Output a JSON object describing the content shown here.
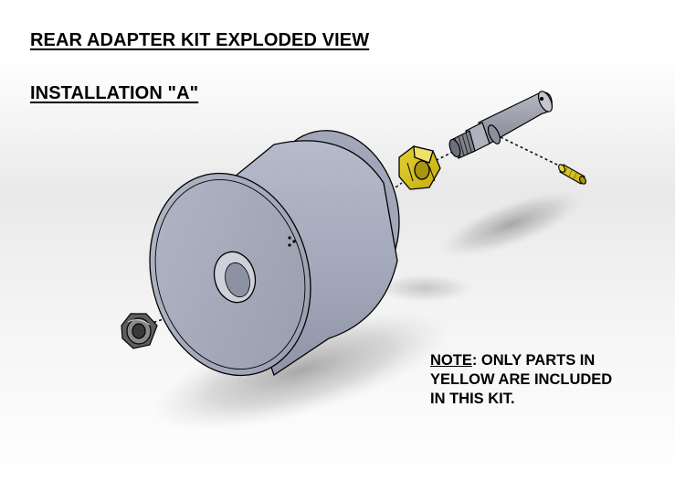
{
  "title": "REAR ADAPTER KIT EXPLODED VIEW",
  "subtitle": "INSTALLATION \"A\"",
  "note": {
    "label": "NOTE",
    "line1_rest": ": ONLY PARTS IN",
    "line2": "YELLOW ARE INCLUDED",
    "line3": "IN THIS KIT."
  },
  "colors": {
    "drum": "#a9aebf",
    "kit_parts": "#d7c321",
    "shaft": "#a4a7b3",
    "hex_nut": "#5e5e5e"
  }
}
